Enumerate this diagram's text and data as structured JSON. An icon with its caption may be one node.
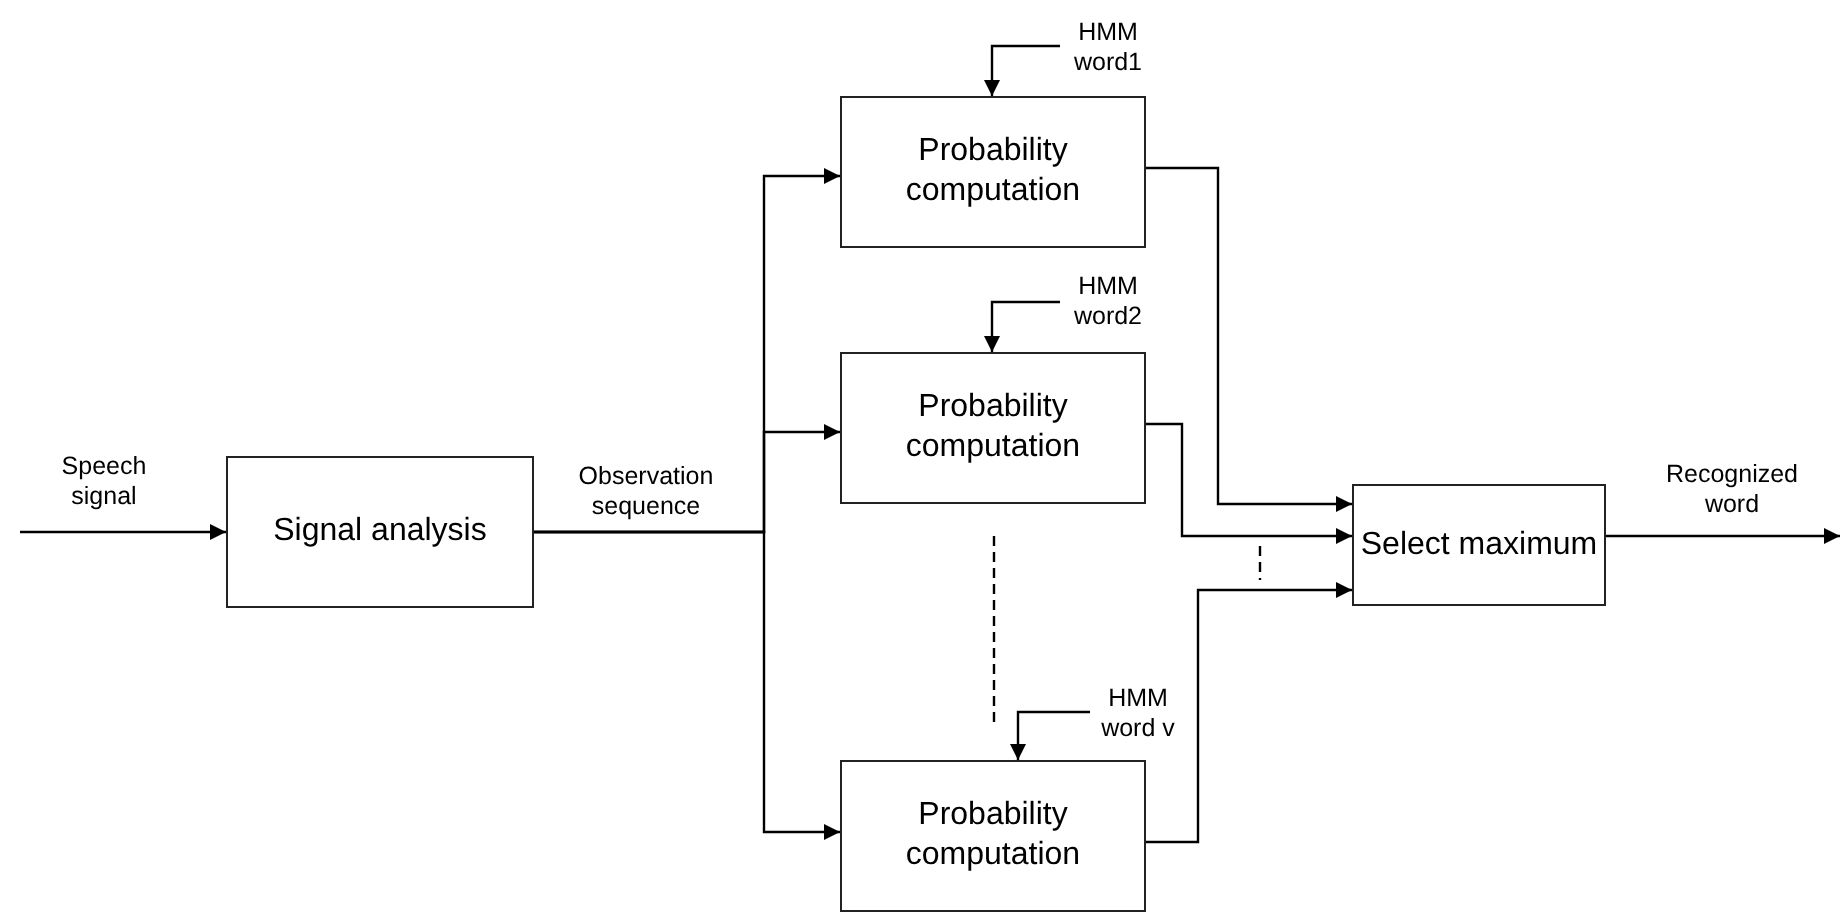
{
  "diagram": {
    "nodes": [
      {
        "text": [
          "Signal analysis"
        ]
      },
      {
        "text": [
          "HMM word1"
        ]
      },
      {
        "text": [
          "Probability computation"
        ]
      },
      {
        "text": [
          "HMM word2"
        ]
      },
      {
        "text": [
          "Probability computation"
        ]
      },
      {
        "text": [
          "HMM word v"
        ]
      },
      {
        "text": [
          "Probability computation"
        ]
      },
      {
        "text": [
          "Select maximum"
        ]
      }
    ],
    "edges": [
      {
        "from": null,
        "to": 0,
        "arrow": "to",
        "label": "Speech signal"
      },
      {
        "from": 0,
        "to": 2,
        "arrow": "to",
        "label": "Observation sequence"
      },
      {
        "from": 0,
        "to": 4,
        "arrow": "to"
      },
      {
        "from": 0,
        "to": 6,
        "arrow": "to"
      },
      {
        "from": 1,
        "to": 2,
        "arrow": "to"
      },
      {
        "from": 3,
        "to": 4,
        "arrow": "to"
      },
      {
        "from": 5,
        "to": 6,
        "arrow": "to"
      },
      {
        "from": 2,
        "to": 7,
        "arrow": "to"
      },
      {
        "from": 4,
        "to": 7,
        "arrow": "to"
      },
      {
        "from": 6,
        "to": 7,
        "arrow": "to"
      },
      {
        "from": 7,
        "to": null,
        "arrow": "to",
        "label": "Recognized word"
      }
    ]
  }
}
